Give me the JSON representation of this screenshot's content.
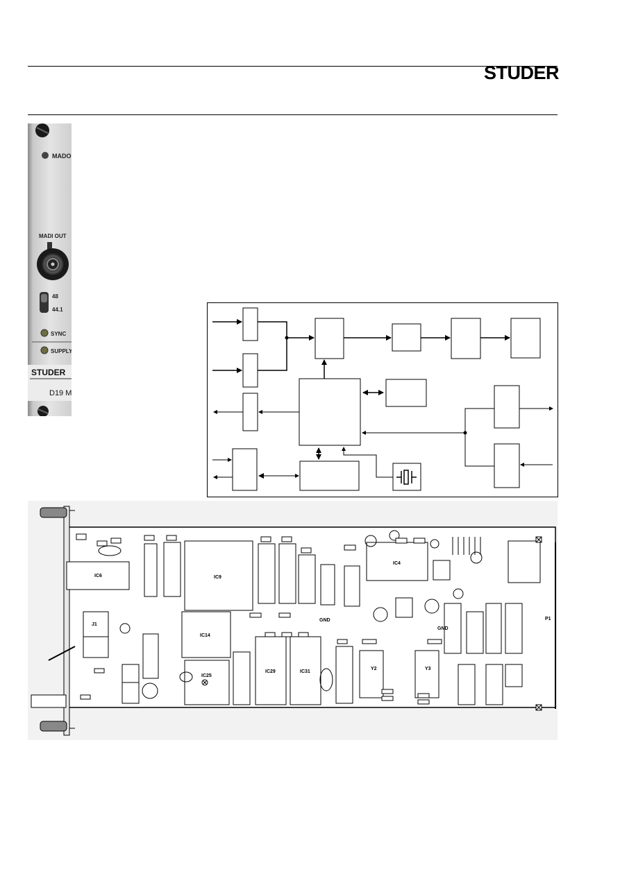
{
  "header": {
    "brand": "STUDER"
  },
  "front_panel": {
    "module_label": "MADO",
    "connector_label": "MADI OUT",
    "switch_option_high": "48",
    "switch_option_low": "44.1",
    "led_sync_label": "SYNC",
    "led_supply_label": "SUPPLY",
    "brand": "STUDER",
    "model": "D19 M"
  },
  "pcb": {
    "labels": {
      "ic_left": "IC6",
      "ic_center": "IC9",
      "ic_mid": "IC14",
      "ic_25": "IC25",
      "ic_29": "IC29",
      "ic_31": "IC31",
      "ic_right": "IC4",
      "ground_1": "GND",
      "ground_2": "GND",
      "connector_p1": "P1",
      "connector_j1": "J1",
      "crystal_y2": "Y2",
      "crystal_y3": "Y3"
    }
  }
}
